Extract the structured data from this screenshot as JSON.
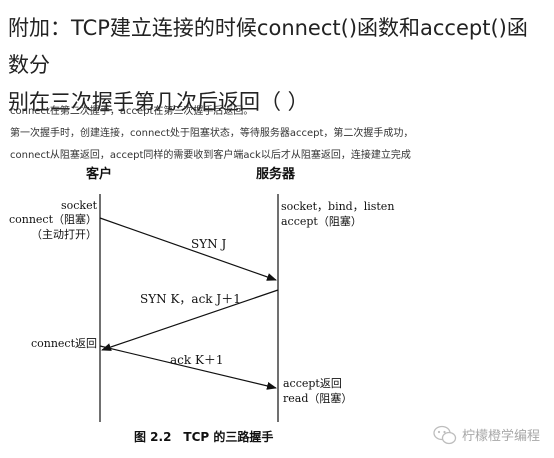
{
  "question": {
    "line1": "附加：TCP建立连接的时候connect()函数和accept()函数分",
    "line2": "别在三次握手第几次后返回（ ）"
  },
  "answer": {
    "line1": "connect在第二次握手，accept在第三次握手后返回。",
    "line2": "第一次握手时，创建连接，connect处于阻塞状态，等待服务器accept，第二次握手成功，",
    "line3": "connect从阻塞返回，accept同样的需要收到客户端ack以后才从阻塞返回，连接建立完成"
  },
  "diagram": {
    "client_header": "客户",
    "server_header": "服务器",
    "client_socket": "socket",
    "client_connect": "connect（阻塞）",
    "client_active_open": "（主动打开）",
    "server_calls": "socket，bind，listen",
    "server_accept": "accept（阻塞）",
    "msg_syn": "SYN J",
    "msg_syn_ack": "SYN K，ack J＋1",
    "msg_ack": "ack K＋1",
    "client_connect_return": "connect返回",
    "server_accept_return": "accept返回",
    "server_read": "read（阻塞）",
    "caption": "图 2.2　TCP 的三路握手"
  },
  "watermark": {
    "text": "柠檬橙学编程",
    "icon": "wechat-icon"
  }
}
